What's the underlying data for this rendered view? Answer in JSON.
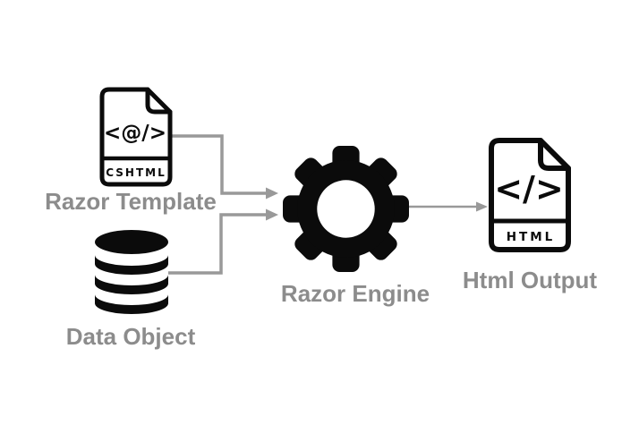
{
  "colors": {
    "background": "#ffffff",
    "icon_black": "#0b0b0b",
    "label_gray": "#8c8c8c",
    "connector_gray": "#999999"
  },
  "nodes": {
    "razor_template": {
      "label": "Razor Template",
      "glyph": "<@/>",
      "badge": "CSHTML",
      "icon": "cshtml-file-icon"
    },
    "data_object": {
      "label": "Data Object",
      "icon": "database-icon"
    },
    "razor_engine": {
      "label": "Razor Engine",
      "icon": "gear-icon"
    },
    "html_output": {
      "label": "Html Output",
      "glyph": "</>",
      "badge": "HTML",
      "icon": "html-file-icon"
    }
  },
  "connectors": [
    {
      "from": "razor_template",
      "to": "razor_engine",
      "style": "elbow-down-right"
    },
    {
      "from": "data_object",
      "to": "razor_engine",
      "style": "elbow-up-right"
    },
    {
      "from": "razor_engine",
      "to": "html_output",
      "style": "straight-right"
    }
  ]
}
